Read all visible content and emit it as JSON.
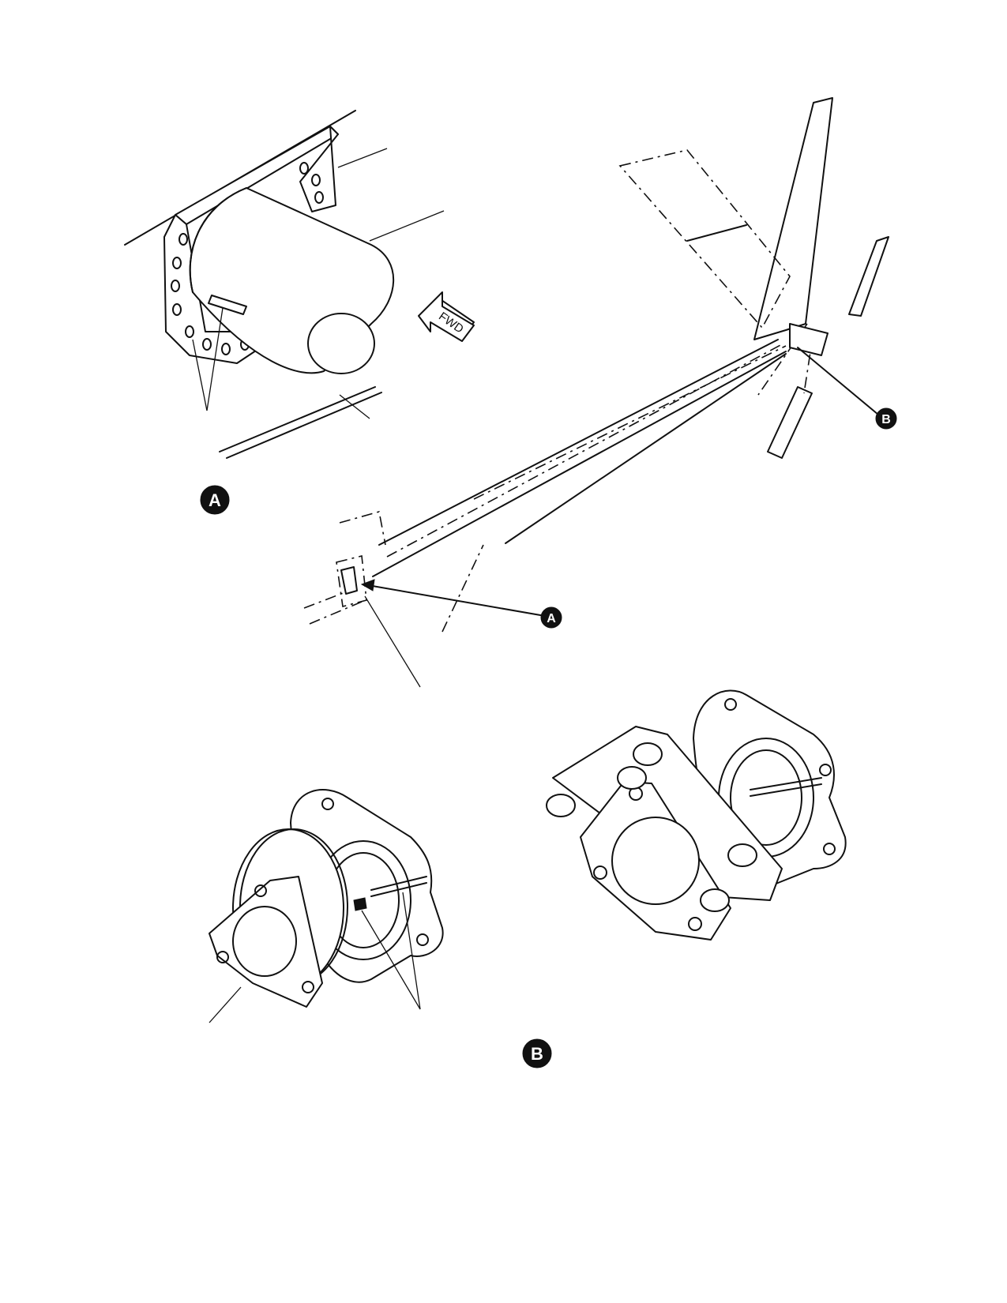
{
  "figure": {
    "fwd_label": "FWD",
    "callouts": {
      "detail_a": "A",
      "detail_b": "B",
      "pointer_a": "A",
      "pointer_b": "B"
    }
  }
}
